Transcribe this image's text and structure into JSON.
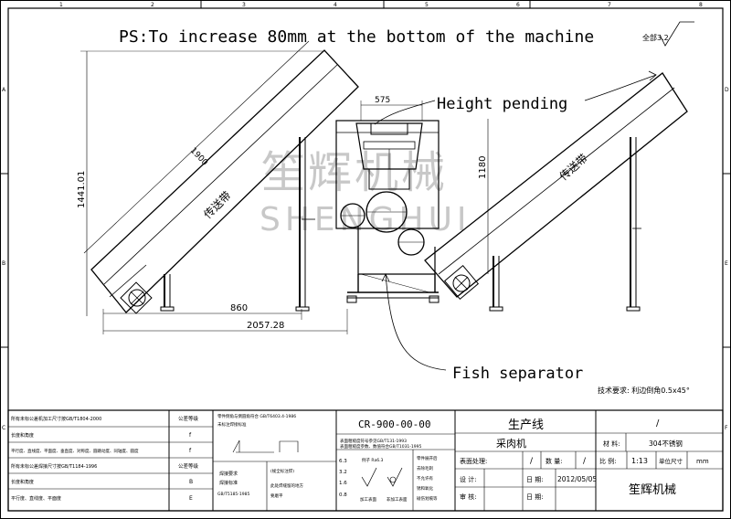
{
  "annotations": {
    "ps_note": "PS:To increase 80mm at the bottom of the machine",
    "height_pending": "Height pending",
    "fish_separator": "Fish separator",
    "roughness": "全部3.2",
    "tech_req": "技术要求: 利边倒角0.5x45°"
  },
  "dimensions": {
    "conveyor_length": "1900",
    "conveyor_height": "1441.01",
    "width_860": "860",
    "total_width": "2057.28",
    "hopper_width": "575",
    "separator_height": "1180"
  },
  "labels": {
    "conveyor_left": "传送带",
    "conveyor_right": "传送带"
  },
  "watermark": {
    "cn": "笙辉机械",
    "en": "SHENGHUI"
  },
  "frame_numbers": {
    "top": [
      "1",
      "2",
      "3",
      "4",
      "5",
      "6",
      "7",
      "8"
    ],
    "side": [
      "A",
      "B",
      "C",
      "D",
      "E",
      "F"
    ]
  },
  "title_block": {
    "drawing_no": "CR-900-00-00",
    "project": "生产线",
    "part_name": "采肉机",
    "material_label": "材 料:",
    "material": "304不锈钢",
    "material_top": "/",
    "surface_label": "表面处理:",
    "surface": "/",
    "qty_label": "数 量:",
    "qty": "/",
    "scale_label": "比 例:",
    "scale": "1:13",
    "unit_label": "单位尺寸",
    "unit": "mm",
    "design_label": "设 计:",
    "review_label": "审 核:",
    "date_label": "日 期:",
    "date": "2012/05/05",
    "date2_label": "日 期:",
    "company": "笙辉机械",
    "tol_header": "公差等级",
    "left_rows": [
      {
        "text": "所有未标公差机加工尺寸按GB/T1804-2000",
        "grade": ""
      },
      {
        "text": "长度和角度",
        "grade": "f"
      },
      {
        "text": "平行度、直线度、平面度、垂直度、对称度、圆跳动度、同轴度、圆度",
        "grade": "f"
      },
      {
        "text": "所有未标公差焊接尺寸按GB/T1184-1996",
        "grade": "公差等级"
      },
      {
        "text": "长度和角度",
        "grade": "B"
      },
      {
        "text": "平行度、直线度、平面度",
        "grade": "E"
      }
    ],
    "mid_notes": [
      "零件倒角与倒圆角符合 GB/T6403.4-1986",
      "未标注焊接标准",
      "焊接要求",
      "焊接标准",
      "GB/T5185-1985",
      "(规全标注焊)",
      "此处焊缝留的地方",
      "要磨平"
    ],
    "rough_notes": [
      "表面粗糙度符号参见GB/T131-1993",
      "表面粗糙度参数、数值符合GB/T1031-1995"
    ],
    "rough_values": [
      "6.3",
      "3.2",
      "1.6",
      "0.8"
    ],
    "rough_texts": [
      "例子 Ra6.3",
      "加工表面",
      "非加工表面"
    ],
    "process_notes": [
      "零件展开后",
      "去除毛刺",
      "不允许有",
      "锈和氧化",
      "碰伤划痕等"
    ]
  }
}
